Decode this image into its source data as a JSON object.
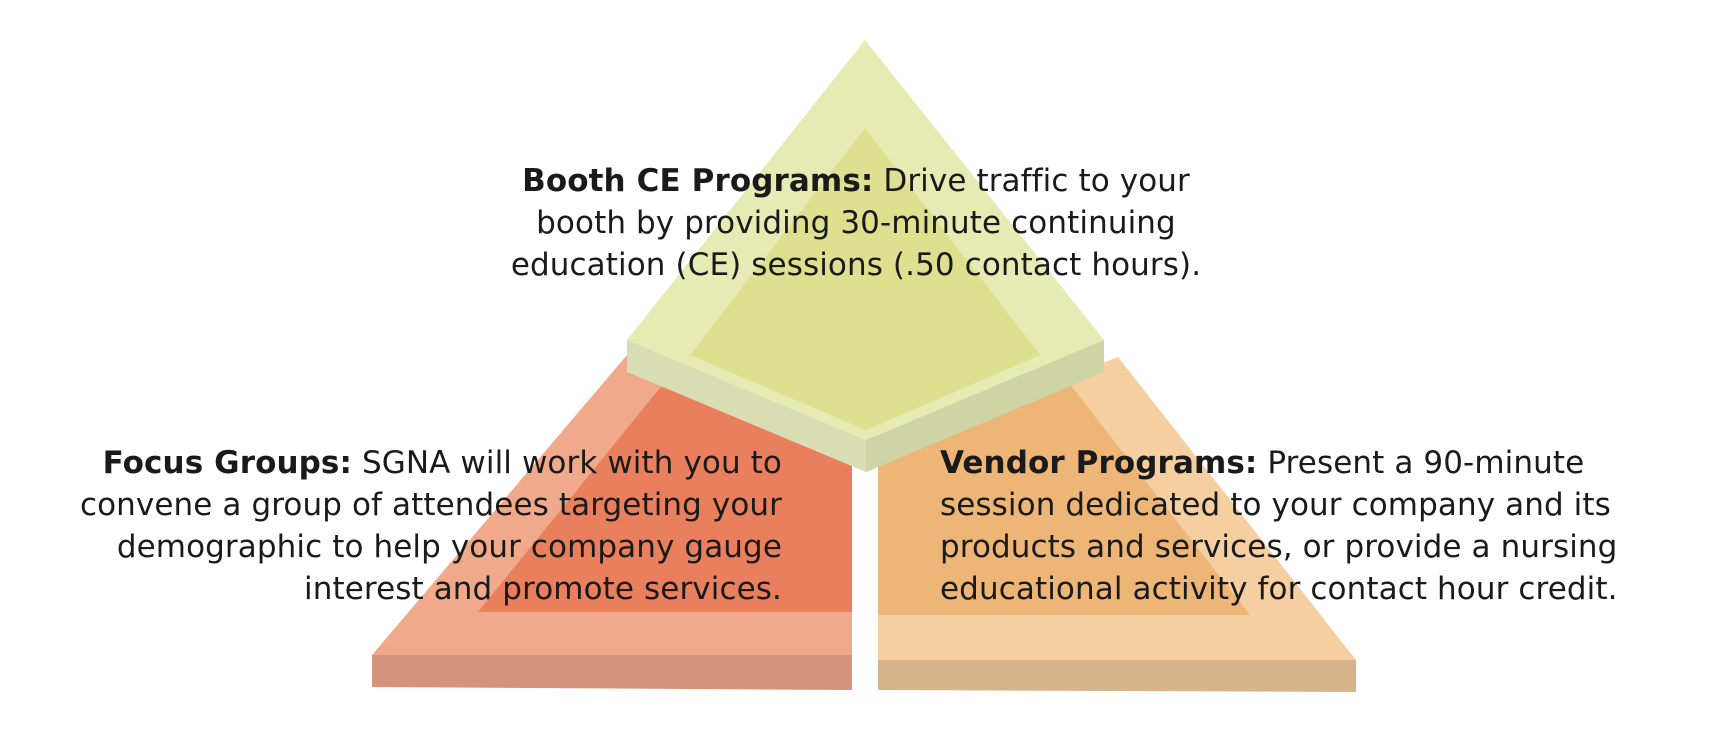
{
  "colors": {
    "top_outer": "#e6ebb4",
    "top_inner": "#dde08e",
    "top_base_left": "#d9ddb3",
    "top_base_right": "#cfd4a4",
    "left_outer": "#f0a98a",
    "left_inner": "#ea7f5d",
    "left_base": "#d4937b",
    "right_outer": "#f5cfa0",
    "right_inner": "#edb676",
    "right_base": "#d6b48c",
    "text": "#1a1a1a"
  },
  "sections": {
    "top": {
      "heading": "Booth CE Programs:",
      "body": "Drive traffic to your booth by providing 30-minute continuing education (CE) sessions (.50 contact hours)."
    },
    "left": {
      "heading": "Focus Groups:",
      "body": "SGNA will work with you to convene a group of attendees targeting your demographic to help your company gauge interest and promote services."
    },
    "right": {
      "heading": "Vendor Programs:",
      "body": "Present a 90-minute session dedicated to your company and its products and services, or provide a nursing educational activity for contact hour credit."
    }
  }
}
